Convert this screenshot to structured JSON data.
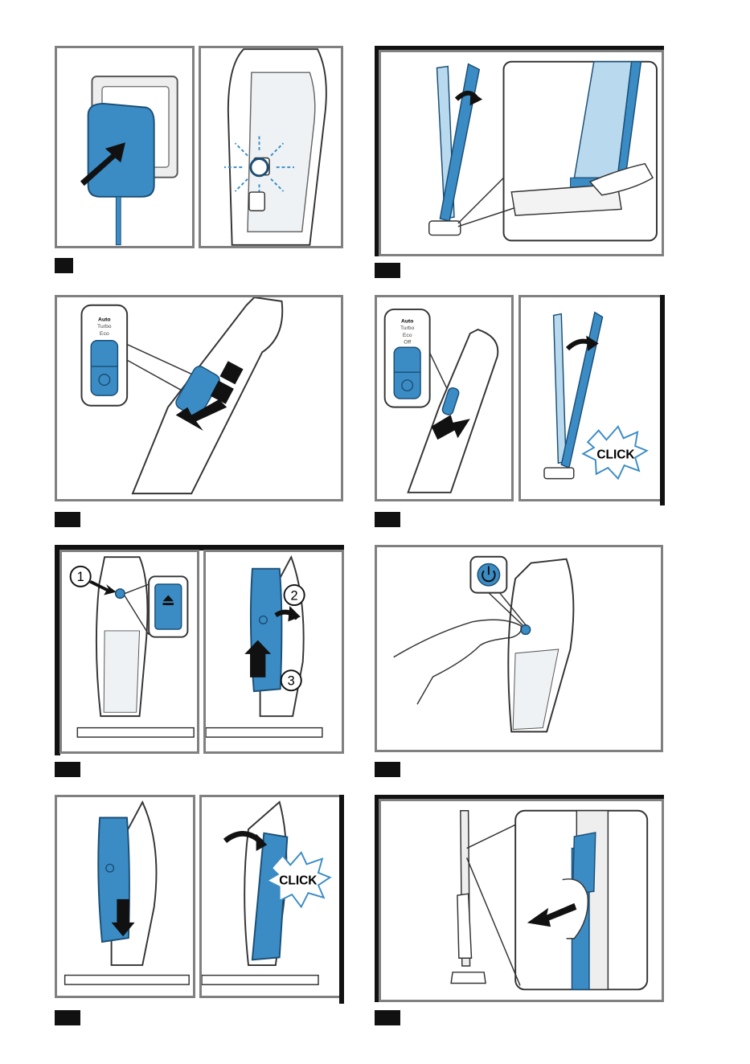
{
  "figures": [
    {
      "id": "1"
    },
    {
      "id": "2"
    },
    {
      "id": "3"
    },
    {
      "id": "4"
    },
    {
      "id": "5"
    },
    {
      "id": "6"
    },
    {
      "id": "7"
    },
    {
      "id": "8"
    }
  ],
  "panel_3": {
    "label_auto": "Auto",
    "label_turbo": "Turbo",
    "label_eco": "Eco"
  },
  "panel_4": {
    "label_auto": "Auto",
    "label_turbo": "Turbo",
    "label_eco": "Eco",
    "label_off": "Off",
    "click": "CLICK"
  },
  "panel_5": {
    "step1": "1",
    "step2": "2",
    "step3": "3"
  },
  "panel_7": {
    "click": "CLICK"
  },
  "colors": {
    "accent": "#3b8cc4",
    "light_accent": "#b9d9ee",
    "frame": "#808080",
    "bar": "#111111"
  }
}
